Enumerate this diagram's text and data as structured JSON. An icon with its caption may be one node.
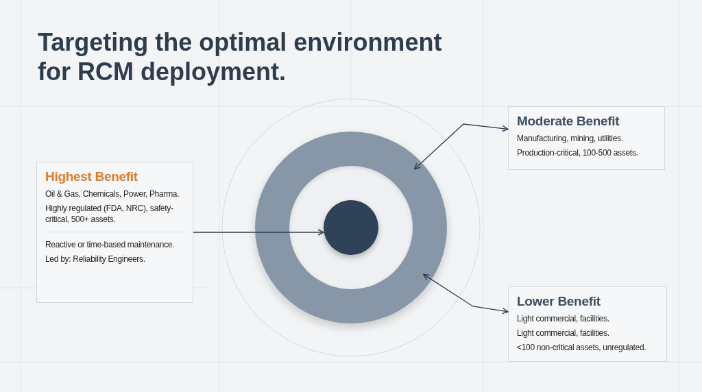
{
  "diagram": {
    "title": "Targeting the optimal environment for RCM deployment.",
    "nodes": [
      {
        "text": [
          "Highest Benefit",
          "Oil & Gas, Chemicals, Power, Pharma.",
          "Highly regulated (FDA, NRC), safety-critical, 500+ assets.",
          "Reactive or time-based maintenance.",
          "Led by: Reliability Engineers."
        ]
      },
      {
        "text": [
          "Moderate Benefit",
          "Manufacturing, mining, utilities.",
          "Production-critical, 100-500 assets."
        ]
      },
      {
        "text": [
          "Lower Benefit",
          "Light commercial, facilities.",
          "Light commercial, facilities.",
          "<100 non-critical assets, unregulated."
        ]
      },
      {
        "text": [],
        "shape": "circle"
      },
      {
        "text": [],
        "shape": "circle",
        "in": 3
      }
    ],
    "edges": [
      {
        "from": 0,
        "to": 4,
        "arrow": "to"
      },
      {
        "from": 1,
        "to": 3,
        "arrow": "both"
      },
      {
        "from": 2,
        "to": 3,
        "arrow": "both"
      }
    ]
  }
}
